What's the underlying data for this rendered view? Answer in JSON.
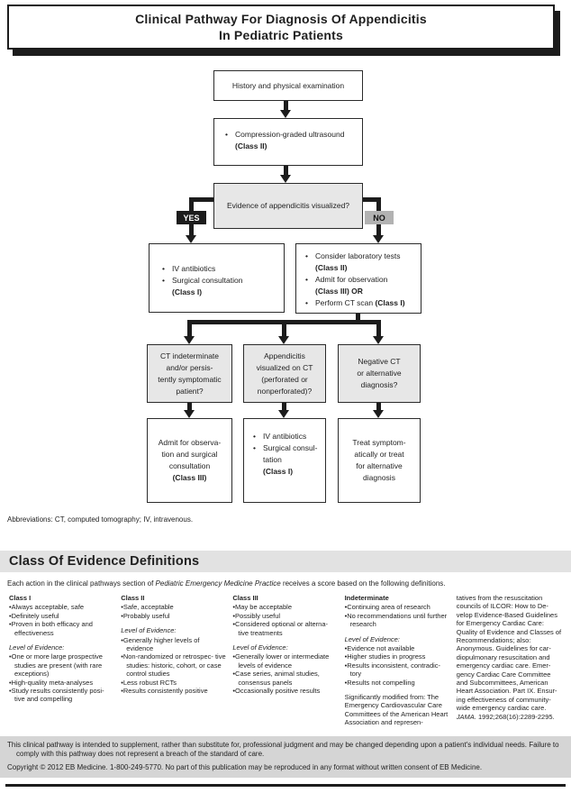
{
  "colors": {
    "line": "#1c1c1c",
    "flow_box_gray": "#e7e7e7",
    "yes_badge_bg": "#1c1c1c",
    "no_badge_bg": "#b2b2b2",
    "banner_bg": "#e2e2e2",
    "footer_bg": "#d5d5d5"
  },
  "title": {
    "line1": "Clinical Pathway For Diagnosis Of Appendicitis",
    "line2": "In Pediatric Patients"
  },
  "flow": {
    "history": "History and physical examination",
    "ultrasound": {
      "b1_text": "Compression-graded ultrasound",
      "b1_class": "(Class II)"
    },
    "decision": "Evidence of appendicitis visualized?",
    "yes_label": "YES",
    "no_label": "NO",
    "yes_box": {
      "b1": "IV antibiotics",
      "b2_text": "Surgical consultation",
      "b2_class": "(Class I)"
    },
    "no_box": {
      "b1_text": "Consider laboratory tests",
      "b1_class": "(Class II)",
      "b2_text": "Admit for observation",
      "b2_class": "(Class III) OR",
      "b3_text": "Perform CT scan ",
      "b3_class": "(Class I)"
    },
    "q1": {
      "l1": "CT indeterminate",
      "l2": "and/or persis-",
      "l3": "tently symptomatic",
      "l4": "patient?"
    },
    "q2": {
      "l1": "Appendicitis",
      "l2": "visualized on CT",
      "l3": "(perforated or",
      "l4": "nonperforated)?"
    },
    "q3": {
      "l1": "Negative CT",
      "l2": "or alternative",
      "l3": "diagnosis?"
    },
    "a1": {
      "l1": "Admit for observa-",
      "l2": "tion and surgical",
      "l3": "consultation",
      "cls": "(Class III)"
    },
    "a2": {
      "b1": "IV antibiotics",
      "b2_l1": "Surgical consul-",
      "b2_l2": "tation",
      "cls": "(Class I)"
    },
    "a3": {
      "l1": "Treat symptom-",
      "l2": "atically or treat",
      "l3": "for alternative",
      "l4": "diagnosis"
    }
  },
  "abbreviations": "Abbreviations: CT, computed tomography; IV, intravenous.",
  "coe": {
    "heading": "Class Of Evidence Definitions",
    "intro_pre": "Each action in the clinical pathways section of ",
    "intro_em": "Pediatric Emergency Medicine Practice",
    "intro_post": " receives a score based on the following definitions.",
    "loe_label": "Level of Evidence:",
    "col1": {
      "header": "Class I",
      "bullets": [
        "Always acceptable, safe",
        "Definitely useful",
        "Proven in both efficacy and effectiveness"
      ],
      "bullets2": [
        "One or more large prospective studies are present (with rare exceptions)",
        "High-quality meta-analyses",
        "Study results consistently posi- tive and compelling"
      ]
    },
    "col2": {
      "header": "Class II",
      "bullets": [
        "Safe, acceptable",
        "Probably useful"
      ],
      "bullets2": [
        "Generally higher levels of evidence",
        "Non-randomized or retrospec- tive studies: historic, cohort, or case control studies",
        "Less robust RCTs",
        "Results consistently positive"
      ]
    },
    "col3": {
      "header": "Class III",
      "bullets": [
        "May be acceptable",
        "Possibly useful",
        "Considered optional or alterna- tive treatments"
      ],
      "bullets2": [
        "Generally lower or intermediate levels of evidence",
        "Case series, animal studies, consensus panels",
        "Occasionally positive results"
      ]
    },
    "col4": {
      "header": "Indeterminate",
      "bullets": [
        "Continuing area of research",
        "No recommendations until further research"
      ],
      "bullets2": [
        "Evidence not available",
        "Higher studies in progress",
        "Results inconsistent, contradic- tory",
        "Results not compelling"
      ],
      "note": "Significantly modified from: The Emergency Cardiovascular Care Committees of the American Heart Association and represen-"
    },
    "col5": {
      "text": "tatives from the resuscitation councils of ILCOR: How to De- velop Evidence-Based Guidelines for Emergency Cardiac Care: Quality of Evidence and Classes of Recommendations; also: Anonymous. Guidelines for car- diopulmonary resuscitation and emergency cardiac care. Emer- gency Cardiac Care Committee and Subcommittees, American Heart Association. Part IX. Ensur- ing effectiveness of community- wide emergency cardiac care. ",
      "jama_italic": "JAMA.",
      "jama_rest": " 1992;268(16):2289-2295."
    }
  },
  "footer": {
    "disclaimer": "This clinical pathway is intended to supplement, rather than substitute for, professional judgment and may be changed depending upon a patient's individual needs. Failure to comply with this pathway does not represent a breach of the standard of care.",
    "copyright": "Copyright © 2012 EB Medicine. 1-800-249-5770. No part of this publication may be reproduced in any format without written consent of EB Medicine."
  }
}
